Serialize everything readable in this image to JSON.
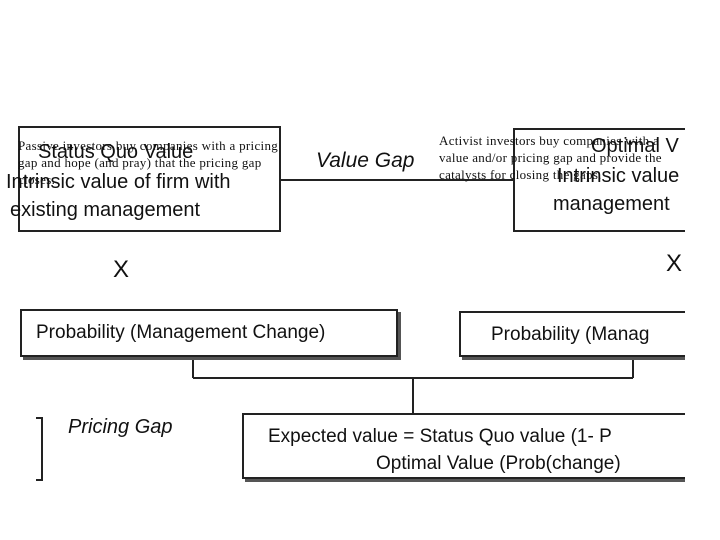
{
  "diagram": {
    "left_value_box": {
      "lines": [
        "Status Quo Value",
        "Intrinsic value of firm with",
        "existing management"
      ]
    },
    "right_value_box": {
      "lines": [
        "Optimal V",
        "Intrinsic value",
        "management"
      ]
    },
    "value_gap_label": "Value Gap",
    "left_multiply": "X",
    "right_multiply": "X",
    "left_prob_box": "Probability (Management Change)",
    "right_prob_box": "Probability (Manag",
    "pricing_gap_label": "Pricing Gap",
    "expected_box": {
      "lines": [
        "Expected value = Status Quo value (1- P",
        "Optimal Value (Prob(change)"
      ]
    },
    "passive_note": "Passive investors buy companies with a pricing gap and hope (and pray) that the pricing gap closes.",
    "activist_note": "Activist investors buy companies with a value and/or pricing gap and provide the catalysts for closing the gaps."
  }
}
